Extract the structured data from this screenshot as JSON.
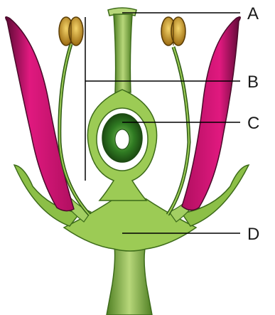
{
  "labels": {
    "a": "A",
    "b": "B",
    "c": "C",
    "d": "D"
  },
  "colors": {
    "petal": "#e0197f",
    "petal_dark": "#8a0c4c",
    "green_light": "#b7d77a",
    "green_mid": "#86b33f",
    "green_dark": "#2f5e16",
    "anther": "#d9a51f",
    "leader_line": "#000000"
  }
}
